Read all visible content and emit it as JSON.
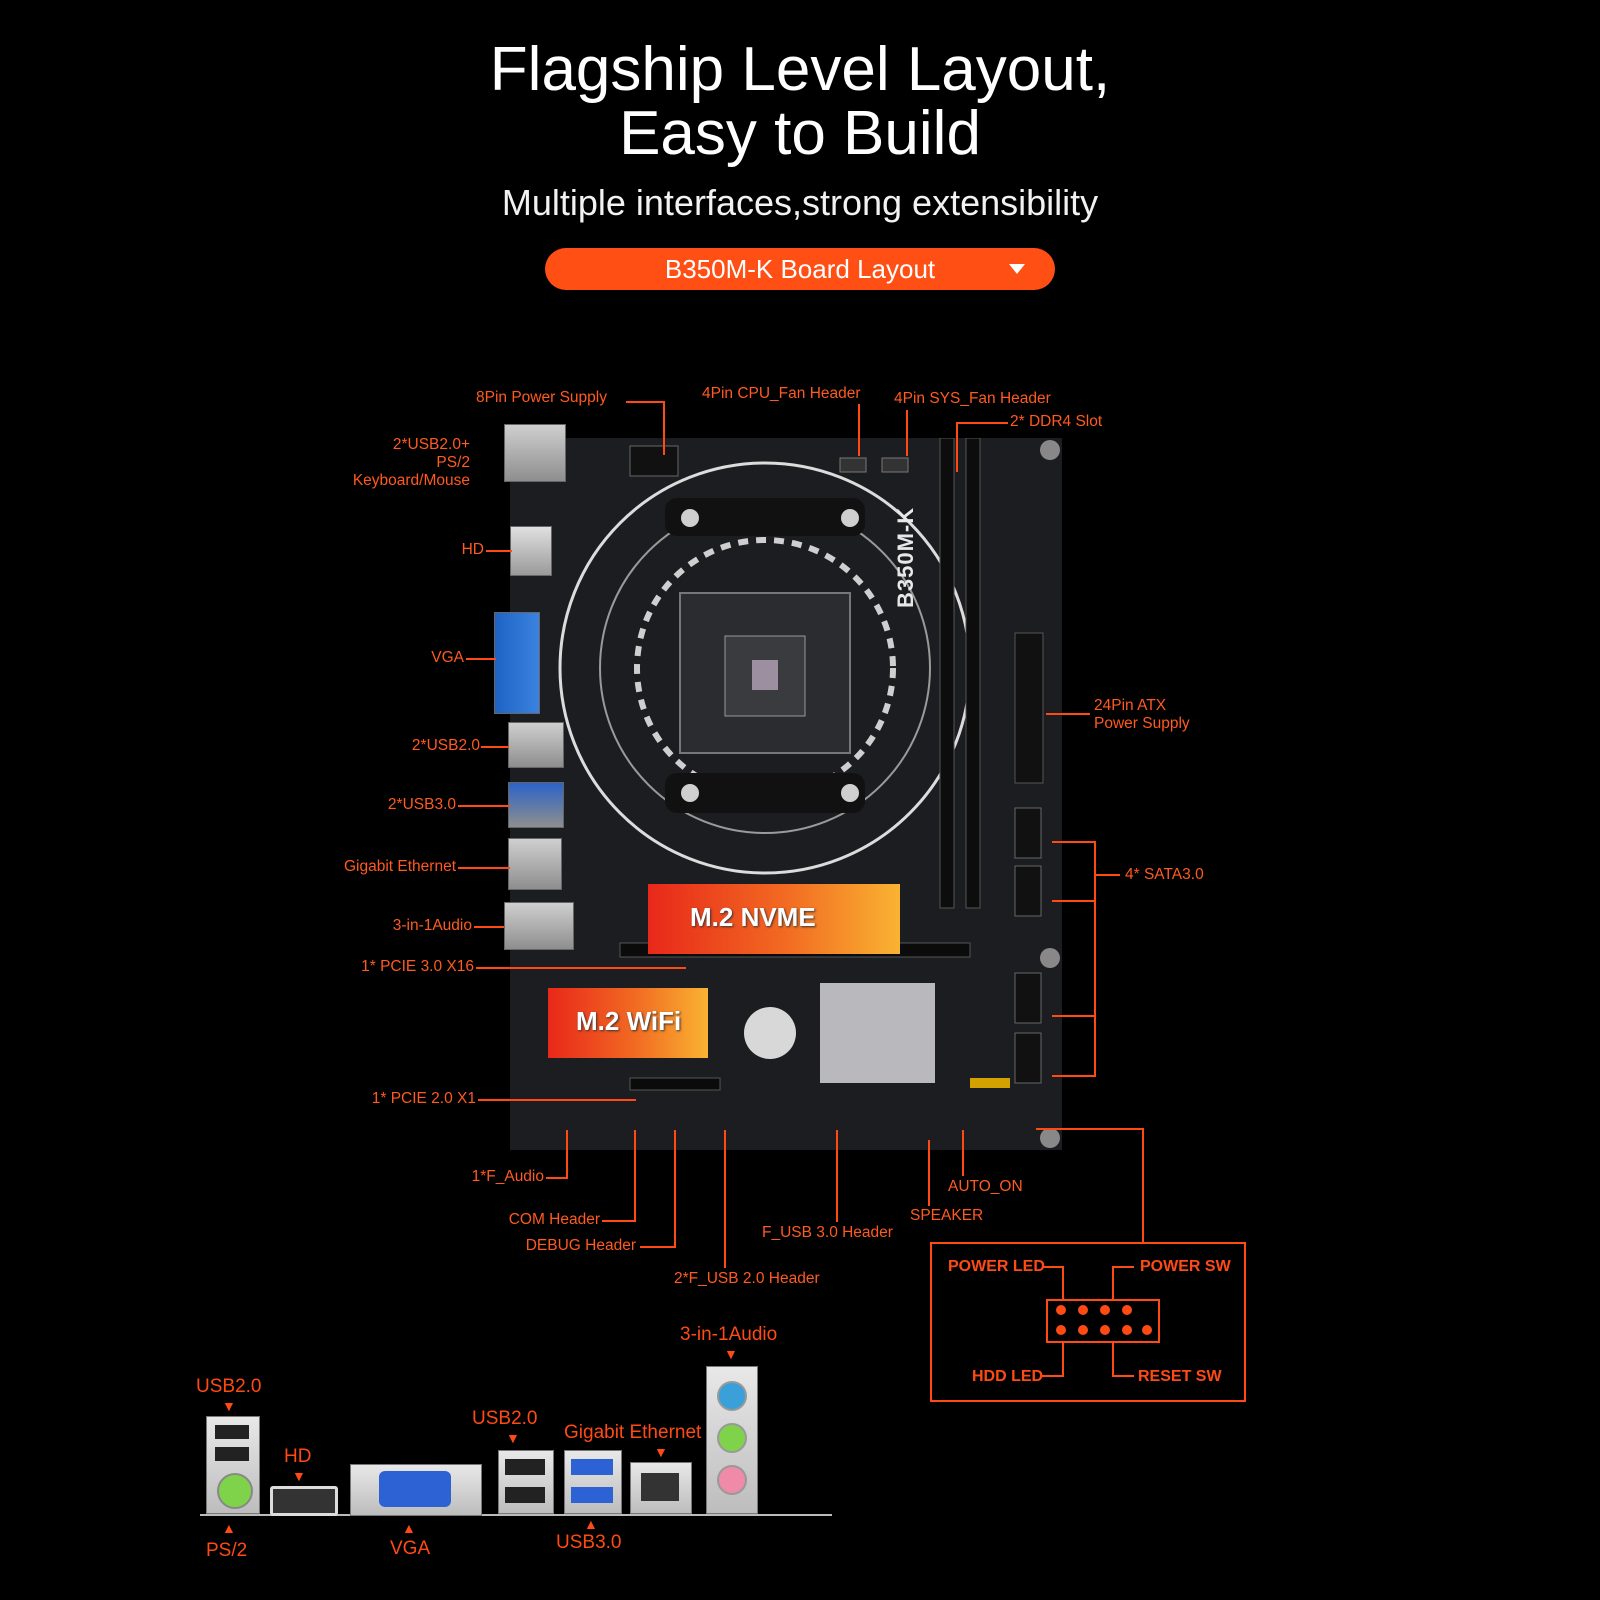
{
  "header": {
    "title_line1": "Flagship Level Layout,",
    "title_line2": "Easy to Build",
    "subtitle": "Multiple interfaces,strong extensibility",
    "dropdown_label": "B350M-K  Board Layout"
  },
  "board": {
    "model_silk": "B350M-K",
    "m2_nvme": "M.2 NVME",
    "m2_wifi": "M.2 WiFi"
  },
  "callouts": {
    "pin8_power": "8Pin Power Supply",
    "cpu_fan": "4Pin CPU_Fan Header",
    "sys_fan": "4Pin SYS_Fan Header",
    "ddr4": "2* DDR4 Slot",
    "usb_ps2": [
      "2*USB2.0+",
      "PS/2",
      "Keyboard/Mouse"
    ],
    "hd": "HD",
    "vga": "VGA",
    "usb20": "2*USB2.0",
    "usb30": "2*USB3.0",
    "ethernet": "Gigabit Ethernet",
    "audio": "3-in-1Audio",
    "pcie16": "1* PCIE 3.0 X16",
    "pin24": [
      "24Pin ATX",
      "Power Supply"
    ],
    "sata": "4* SATA3.0",
    "pcie1": "1* PCIE 2.0 X1",
    "f_audio": "1*F_Audio",
    "com": "COM Header",
    "debug": "DEBUG Header",
    "f_usb2": "2*F_USB 2.0 Header",
    "f_usb3": "F_USB 3.0 Header",
    "speaker": "SPEAKER",
    "auto_on": "AUTO_ON"
  },
  "front_panel": {
    "power_led": "POWER LED",
    "power_sw": "POWER SW",
    "hdd_led": "HDD LED",
    "reset_sw": "RESET SW"
  },
  "io_panel": {
    "usb20_left": "USB2.0",
    "ps2": "PS/2",
    "hd": "HD",
    "vga": "VGA",
    "usb20_right": "USB2.0",
    "usb30": "USB3.0",
    "ethernet": "Gigabit Ethernet",
    "audio": "3-in-1Audio"
  },
  "colors": {
    "accent": "#ff4a14",
    "background": "#000000"
  }
}
